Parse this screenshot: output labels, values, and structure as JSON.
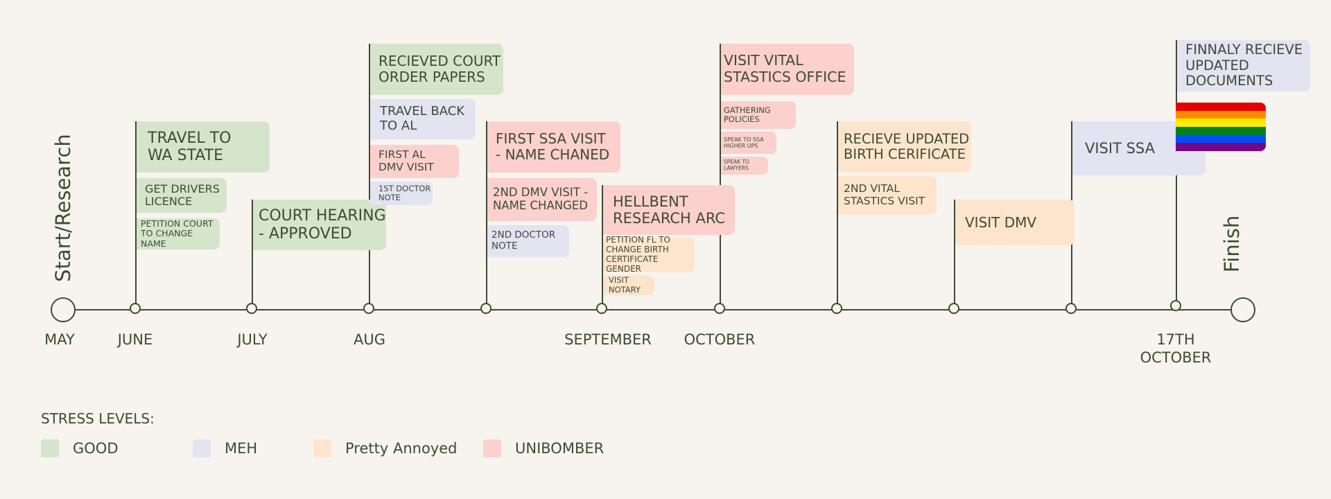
{
  "labels": {
    "start": "Start/Research",
    "finish": "Finish"
  },
  "colors": {
    "good": "#d5e5cc",
    "meh": "#e3e3f2",
    "annoyed": "#fde5cd",
    "unibomber": "#fcd0cd",
    "line": "#3e4a34",
    "background": "#f7f4ef"
  },
  "months": [
    {
      "label": "MAY"
    },
    {
      "label": "JUNE"
    },
    {
      "label": "JULY"
    },
    {
      "label": "AUG"
    },
    {
      "label": "SEPTEMBER"
    },
    {
      "label": "OCTOBER"
    },
    {
      "label": "17TH\nOCTOBER"
    }
  ],
  "events": [
    {
      "text": "TRAVEL TO\nWA STATE",
      "level": "good"
    },
    {
      "text": "GET DRIVERS\nLICENCE",
      "level": "good"
    },
    {
      "text": "PETITION COURT\nTO CHANGE NAME",
      "level": "good"
    },
    {
      "text": "COURT HEARING\n- APPROVED",
      "level": "good"
    },
    {
      "text": "RECIEVED COURT\nORDER PAPERS",
      "level": "good"
    },
    {
      "text": "TRAVEL BACK\nTO AL",
      "level": "meh"
    },
    {
      "text": "FIRST AL\nDMV VISIT",
      "level": "unibomber"
    },
    {
      "text": "1ST DOCTOR\nNOTE",
      "level": "meh"
    },
    {
      "text": "FIRST SSA VISIT\n- NAME CHANED",
      "level": "unibomber"
    },
    {
      "text": "2ND DMV VISIT -\nNAME CHANGED",
      "level": "unibomber"
    },
    {
      "text": "2ND DOCTOR\nNOTE",
      "level": "meh"
    },
    {
      "text": "HELLBENT\nRESEARCH ARC",
      "level": "unibomber"
    },
    {
      "text": "PETITION FL TO\nCHANGE BIRTH\nCERTIFICATE GENDER",
      "level": "annoyed"
    },
    {
      "text": "VISIT\nNOTARY",
      "level": "annoyed"
    },
    {
      "text": "VISIT VITAL\nSTASTICS OFFICE",
      "level": "unibomber"
    },
    {
      "text": "GATHERING\nPOLICIES",
      "level": "unibomber"
    },
    {
      "text": "SPEAK TO SSA\nHIGHER UPS",
      "level": "unibomber"
    },
    {
      "text": "SPEAK TO\nLAWYERS",
      "level": "unibomber"
    },
    {
      "text": "RECIEVE UPDATED\nBIRTH CERIFICATE",
      "level": "annoyed"
    },
    {
      "text": "2ND VITAL\nSTASTICS VISIT",
      "level": "annoyed"
    },
    {
      "text": "VISIT DMV",
      "level": "annoyed"
    },
    {
      "text": "VISIT SSA",
      "level": "meh"
    },
    {
      "text": "FINNALY RECIEVE\nUPDATED\nDOCUMENTS",
      "level": "meh"
    }
  ],
  "flag": {
    "stripes": [
      "#e40303",
      "#ff8c00",
      "#ffed00",
      "#008026",
      "#004dff",
      "#750787"
    ]
  },
  "legend": {
    "title": "STRESS LEVELS:",
    "items": [
      {
        "label": "GOOD",
        "level": "good"
      },
      {
        "label": "MEH",
        "level": "meh"
      },
      {
        "label": "Pretty Annoyed",
        "level": "annoyed"
      },
      {
        "label": "UNIBOMBER",
        "level": "unibomber"
      }
    ]
  }
}
